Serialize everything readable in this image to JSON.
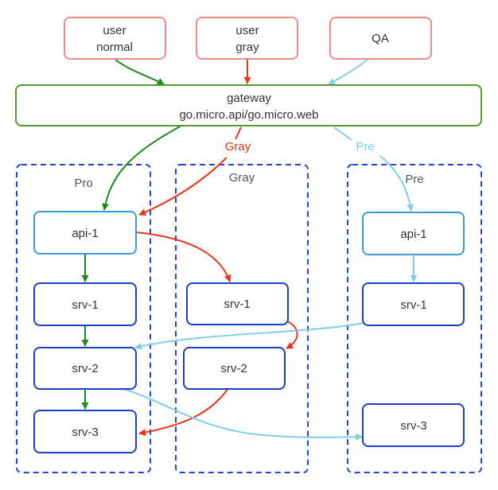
{
  "sources": {
    "user_normal": [
      "user",
      "normal"
    ],
    "user_gray": [
      "user",
      "gray"
    ],
    "qa": [
      "QA"
    ]
  },
  "gateway": [
    "gateway",
    "go.micro.api/go.micro.web"
  ],
  "clusters": {
    "pro": {
      "label": "Pro",
      "nodes": {
        "api": "api-1",
        "srv1": "srv-1",
        "srv2": "srv-2",
        "srv3": "srv-3"
      }
    },
    "gray": {
      "label": "Gray",
      "nodes": {
        "srv1": "srv-1",
        "srv2": "srv-2"
      }
    },
    "pre": {
      "label": "Pre",
      "nodes": {
        "api": "api-1",
        "srv1": "srv-1",
        "srv3": "srv-3"
      }
    }
  },
  "route_labels": {
    "gray": "Gray",
    "pre": "Pre"
  },
  "colors": {
    "normal": "#1e8a1e",
    "gray": "#e8321a",
    "pre": "#7ecfee",
    "source_border": "#f08a8a",
    "gateway_border": "#5a9a2a",
    "api_border": "#3a9ad9",
    "srv_border": "#1a3fc9",
    "cluster_border": "#2244dd",
    "text": "#333333"
  }
}
